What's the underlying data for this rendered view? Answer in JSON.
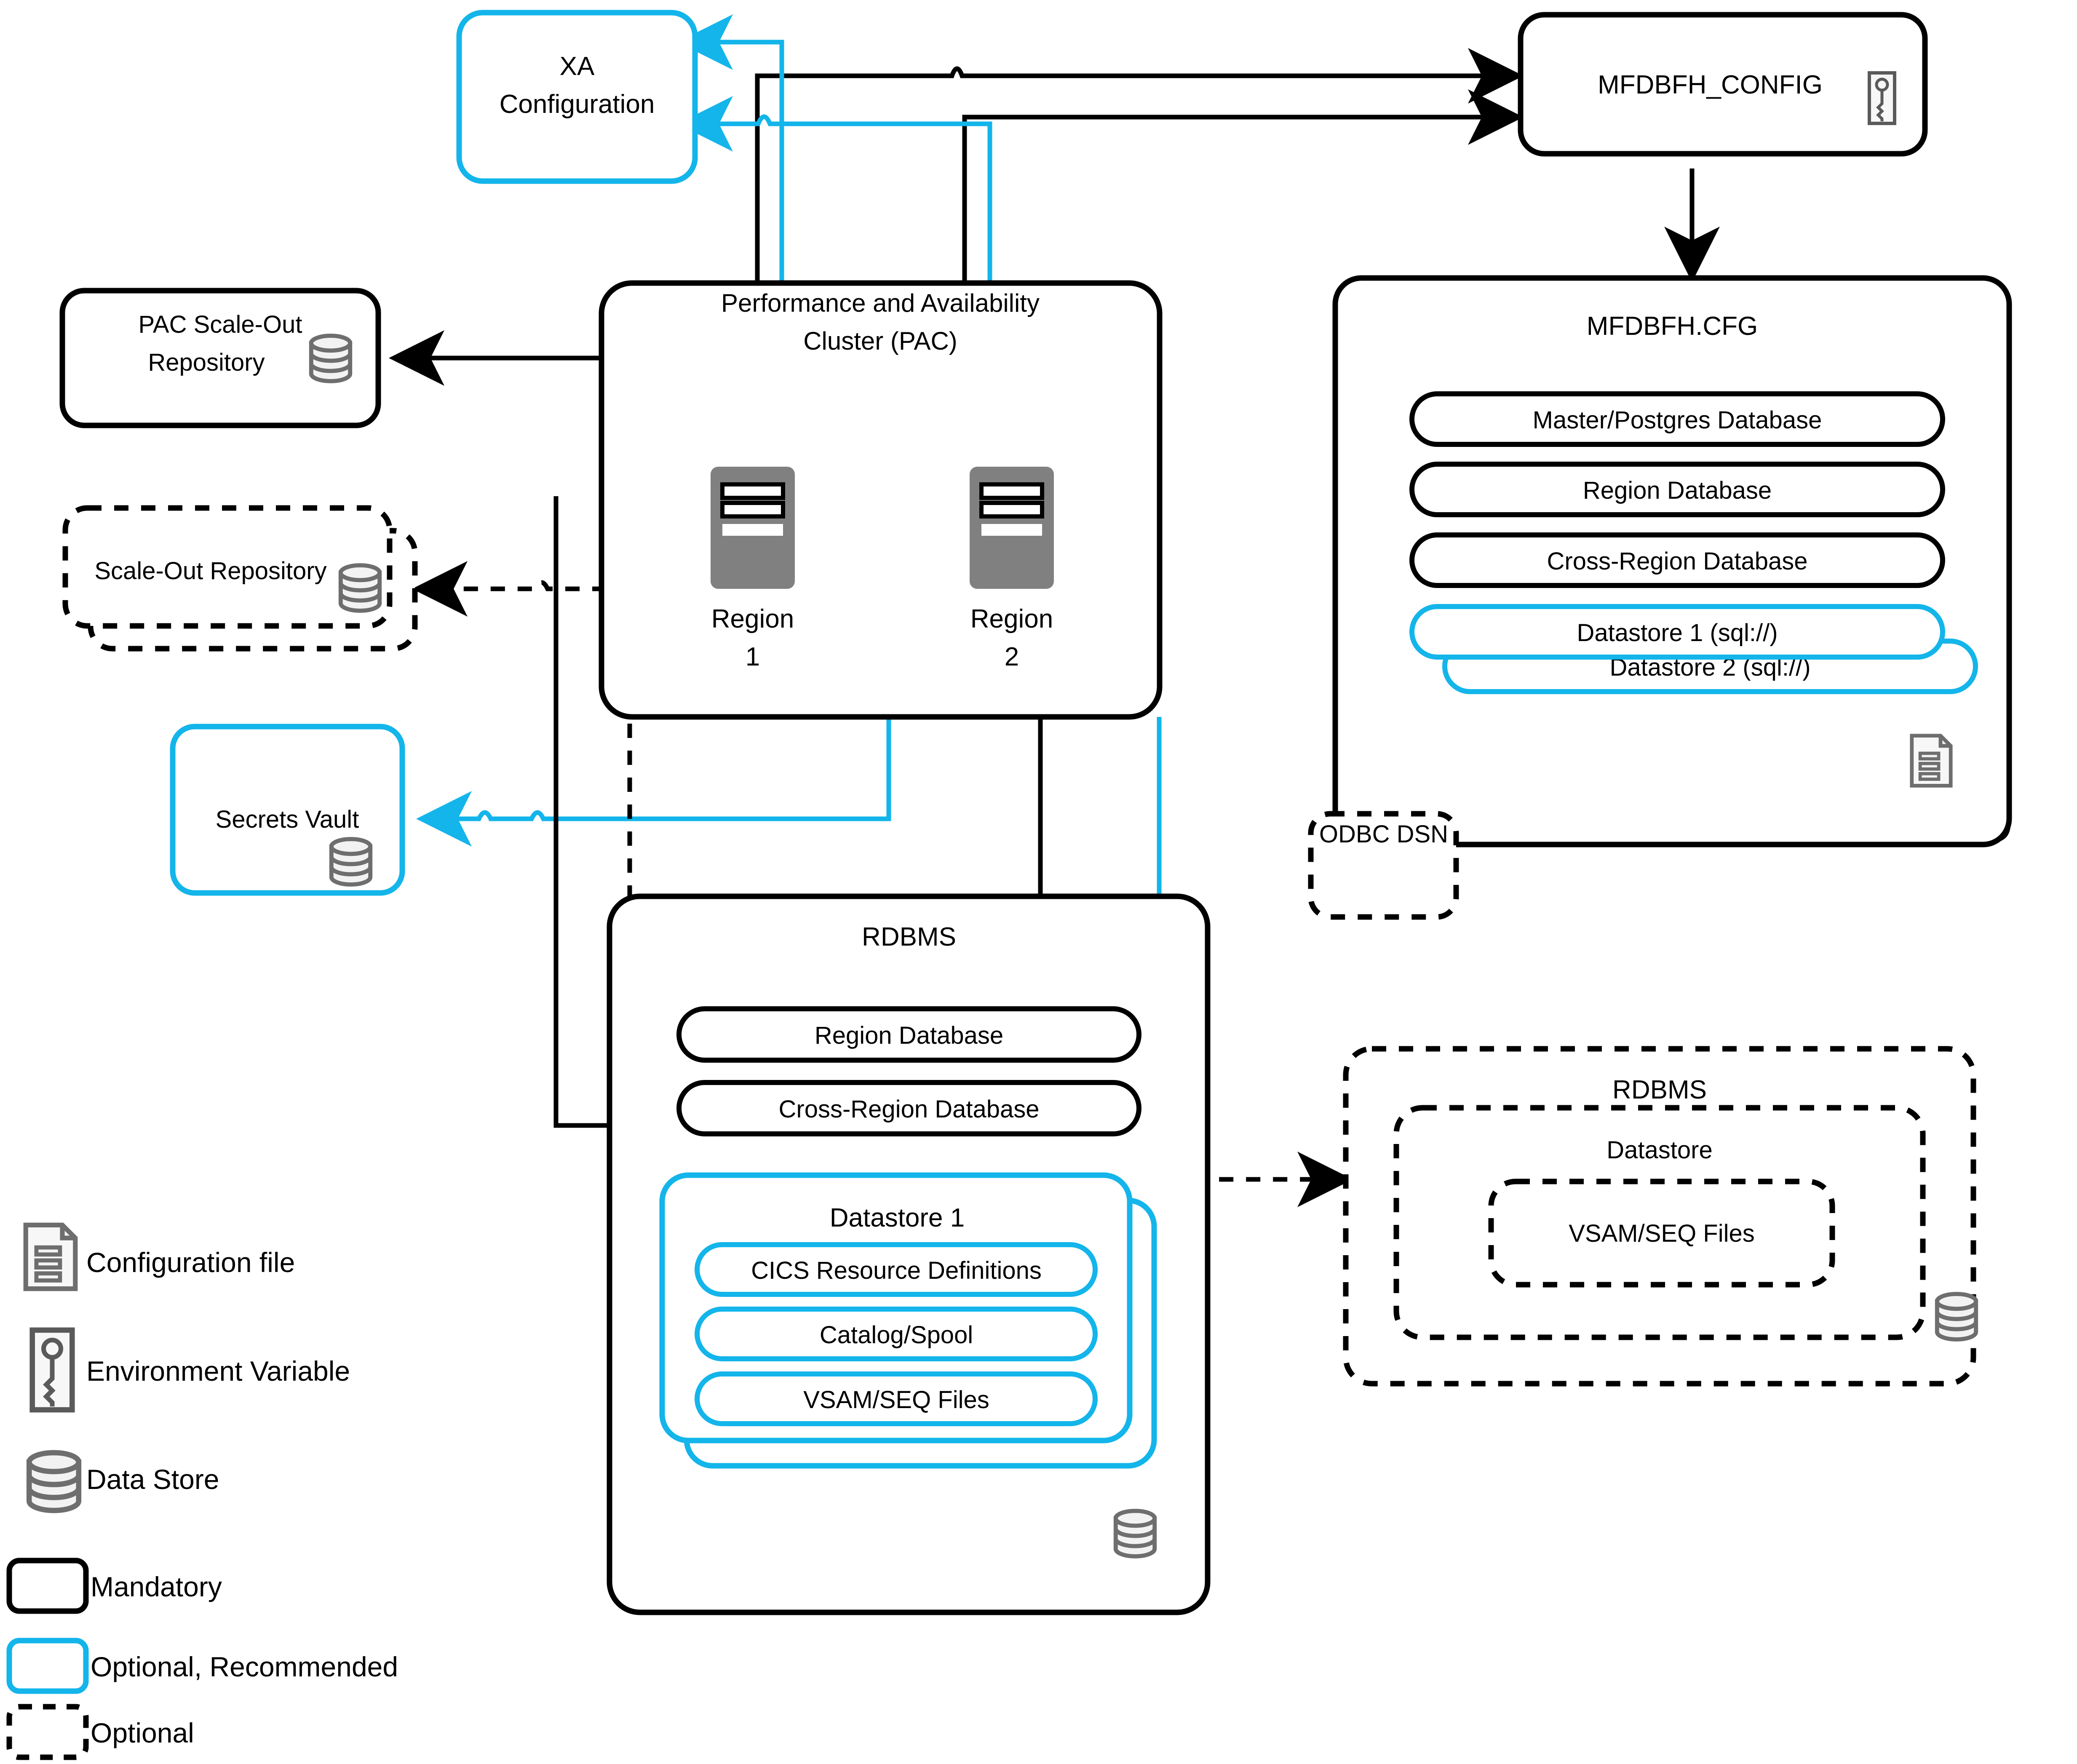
{
  "colors": {
    "mandatory": "#000000",
    "optional_recommended": "#13b5ea",
    "optional": "#000000",
    "server_fill": "#808080",
    "icon_gray": "#6e6e6e",
    "background": "#ffffff"
  },
  "nodes": {
    "xa_configuration": {
      "label_line1": "XA",
      "label_line2": "Configuration",
      "style": "optional-recommended"
    },
    "mfdbfh_config": {
      "label": "MFDBFH_CONFIG",
      "style": "mandatory",
      "icon": "environment-variable-icon"
    },
    "mfdbfh_cfg": {
      "title": "MFDBFH.CFG",
      "style": "mandatory",
      "icon": "configuration-file-icon",
      "rows": [
        {
          "label": "Master/Postgres Database",
          "style": "mandatory"
        },
        {
          "label": "Region Database",
          "style": "mandatory"
        },
        {
          "label": "Cross-Region Database",
          "style": "mandatory"
        },
        {
          "label": "Datastore 1 (sql://)",
          "style": "optional-recommended"
        },
        {
          "label": "Datastore 2 (sql://)",
          "style": "optional-recommended"
        }
      ]
    },
    "odbc_dsn": {
      "label": "ODBC DSN",
      "style": "optional"
    },
    "pac": {
      "title_line1": "Performance and Availability",
      "title_line2": "Cluster (PAC)",
      "style": "mandatory",
      "regions": [
        {
          "label_line1": "Region",
          "label_line2": "1",
          "icon": "server-icon"
        },
        {
          "label_line1": "Region",
          "label_line2": "2",
          "icon": "server-icon"
        }
      ]
    },
    "pac_scale_out_repository": {
      "label_line1": "PAC Scale-Out",
      "label_line2": "Repository",
      "style": "mandatory",
      "icon": "data-store-icon"
    },
    "scale_out_repository": {
      "label": "Scale-Out Repository",
      "style": "optional",
      "icon": "data-store-icon"
    },
    "secrets_vault": {
      "label": "Secrets Vault",
      "style": "optional-recommended",
      "icon": "data-store-icon"
    },
    "rdbms_center": {
      "title": "RDBMS",
      "style": "mandatory",
      "icon": "data-store-icon",
      "databases": [
        {
          "label": "Region Database",
          "style": "mandatory"
        },
        {
          "label": "Cross-Region Database",
          "style": "mandatory"
        }
      ],
      "datastore": {
        "title": "Datastore 1",
        "style": "optional-recommended",
        "items": [
          {
            "label": "CICS Resource Definitions"
          },
          {
            "label": "Catalog/Spool"
          },
          {
            "label": "VSAM/SEQ Files"
          }
        ]
      }
    },
    "rdbms_right": {
      "title": "RDBMS",
      "style": "optional",
      "icon": "data-store-icon",
      "datastore_title": "Datastore",
      "inner_label": "VSAM/SEQ Files"
    }
  },
  "legend": {
    "items": [
      {
        "label": "Configuration file",
        "icon": "configuration-file-icon"
      },
      {
        "label": "Environment Variable",
        "icon": "environment-variable-icon"
      },
      {
        "label": "Data Store",
        "icon": "data-store-icon"
      },
      {
        "label": "Mandatory",
        "icon": "mandatory-box-swatch"
      },
      {
        "label": "Optional, Recommended",
        "icon": "optional-recommended-box-swatch"
      },
      {
        "label": "Optional",
        "icon": "optional-box-swatch"
      }
    ]
  }
}
